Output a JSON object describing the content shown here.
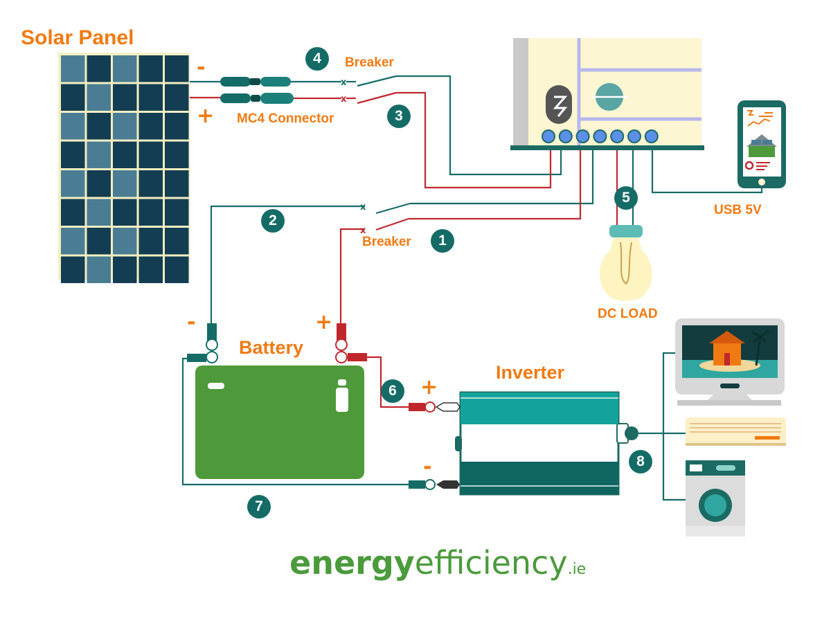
{
  "labels": {
    "solar_panel": "Solar Panel",
    "mc4_connector": "MC4 Connector",
    "breaker_top": "Breaker",
    "breaker_bottom": "Breaker",
    "usb": "USB 5V",
    "dc_load": "DC LOAD",
    "battery": "Battery",
    "inverter": "Inverter"
  },
  "polarity": {
    "minus": "-",
    "plus": "+"
  },
  "steps": [
    "1",
    "2",
    "3",
    "4",
    "5",
    "6",
    "7",
    "8"
  ],
  "logo": {
    "part1": "energy",
    "part2": "efficiency",
    "part3": ".ie"
  },
  "colors": {
    "orange": "#f07a12",
    "teal": "#156c66",
    "teal_light": "#14a39a",
    "wire_red": "#c0272d",
    "panel_cell_dark": "#133d52",
    "panel_cell_light": "#4a7d93",
    "panel_grid": "#f4efc2",
    "battery_green": "#4e9a3a",
    "controller_cream": "#fcf6d2",
    "button_blue": "#5b8fe8",
    "logo_green": "#4b9a3c"
  },
  "icons": [
    "solar-panel-icon",
    "charge-controller-icon",
    "smartphone-icon",
    "light-bulb-icon",
    "battery-icon",
    "inverter-icon",
    "tv-monitor-icon",
    "air-conditioner-icon",
    "washing-machine-icon",
    "mc4-connector-icon",
    "breaker-icon"
  ]
}
